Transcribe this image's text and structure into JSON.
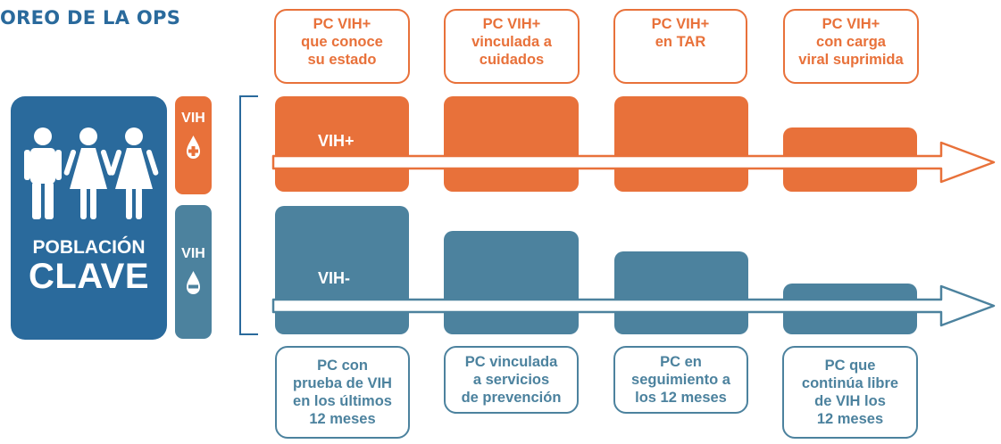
{
  "header": {
    "title": "OREO DE LA OPS"
  },
  "key_population": {
    "label_line1": "POBLACIÓN",
    "label_line2": "CLAVE"
  },
  "vih_positive_tag": {
    "label": "VIH"
  },
  "vih_negative_tag": {
    "label": "VIH"
  },
  "rows": {
    "positive": {
      "label": "VIH+",
      "color": "#e8713a"
    },
    "negative": {
      "label": "VIH-",
      "color": "#4c829e"
    }
  },
  "top_labels": [
    {
      "lines": [
        "PC VIH+",
        "que conoce",
        "su estado"
      ]
    },
    {
      "lines": [
        "PC VIH+",
        "vinculada a",
        "cuidados"
      ]
    },
    {
      "lines": [
        "PC VIH+",
        "en TAR"
      ]
    },
    {
      "lines": [
        "PC VIH+",
        "con carga",
        "viral suprimida"
      ]
    }
  ],
  "bottom_labels": [
    {
      "lines": [
        "PC con",
        "prueba de VIH",
        "en los últimos",
        "12 meses"
      ]
    },
    {
      "lines": [
        "PC vinculada",
        "a servicios",
        "de prevención"
      ]
    },
    {
      "lines": [
        "PC en",
        "seguimiento a",
        "los 12 meses"
      ]
    },
    {
      "lines": [
        "PC que",
        "continúa libre",
        "de VIH los",
        "12 meses"
      ]
    }
  ],
  "colors": {
    "orange": "#e8713a",
    "teal": "#4c829e",
    "blue": "#2a6a9c"
  }
}
